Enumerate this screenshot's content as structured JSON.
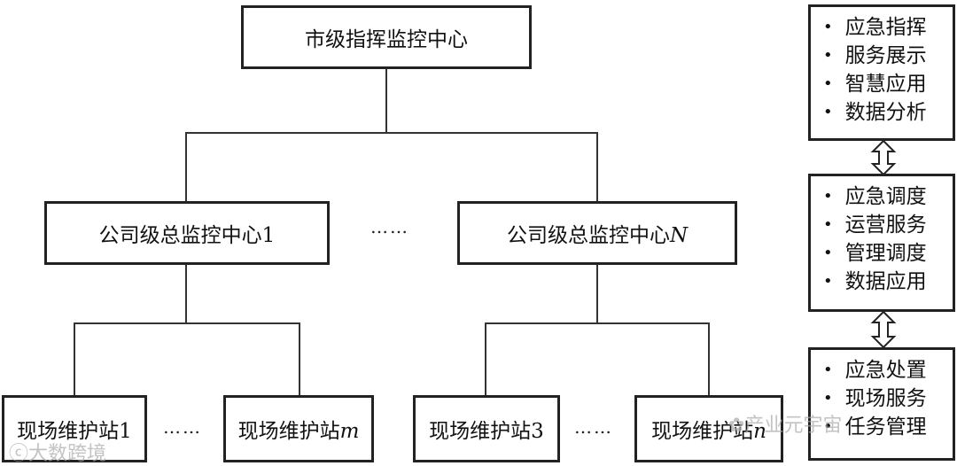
{
  "top_node": {
    "label": "市级指挥监控中心"
  },
  "company_nodes": [
    {
      "label": "公司级总监控中心1"
    },
    {
      "label": "公司级总监控中心",
      "suffix": "N"
    }
  ],
  "middle_ellipsis": "……",
  "station_nodes": [
    {
      "label": "现场维护站1"
    },
    {
      "label": "现场维护站",
      "suffix": "m"
    },
    {
      "label": "现场维护站3"
    },
    {
      "label": "现场维护站",
      "suffix": "n"
    }
  ],
  "bottom_ellipsis": [
    "……",
    "……"
  ],
  "side_panels": [
    {
      "items": [
        "应急指挥",
        "服务展示",
        "智慧应用",
        "数据分析"
      ]
    },
    {
      "items": [
        "应急调度",
        "运营服务",
        "管理调度",
        "数据应用"
      ]
    },
    {
      "items": [
        "应急处置",
        "现场服务",
        "任务管理"
      ]
    }
  ],
  "watermarks": {
    "left": "大数跨境",
    "right": "产业元宇宙"
  }
}
